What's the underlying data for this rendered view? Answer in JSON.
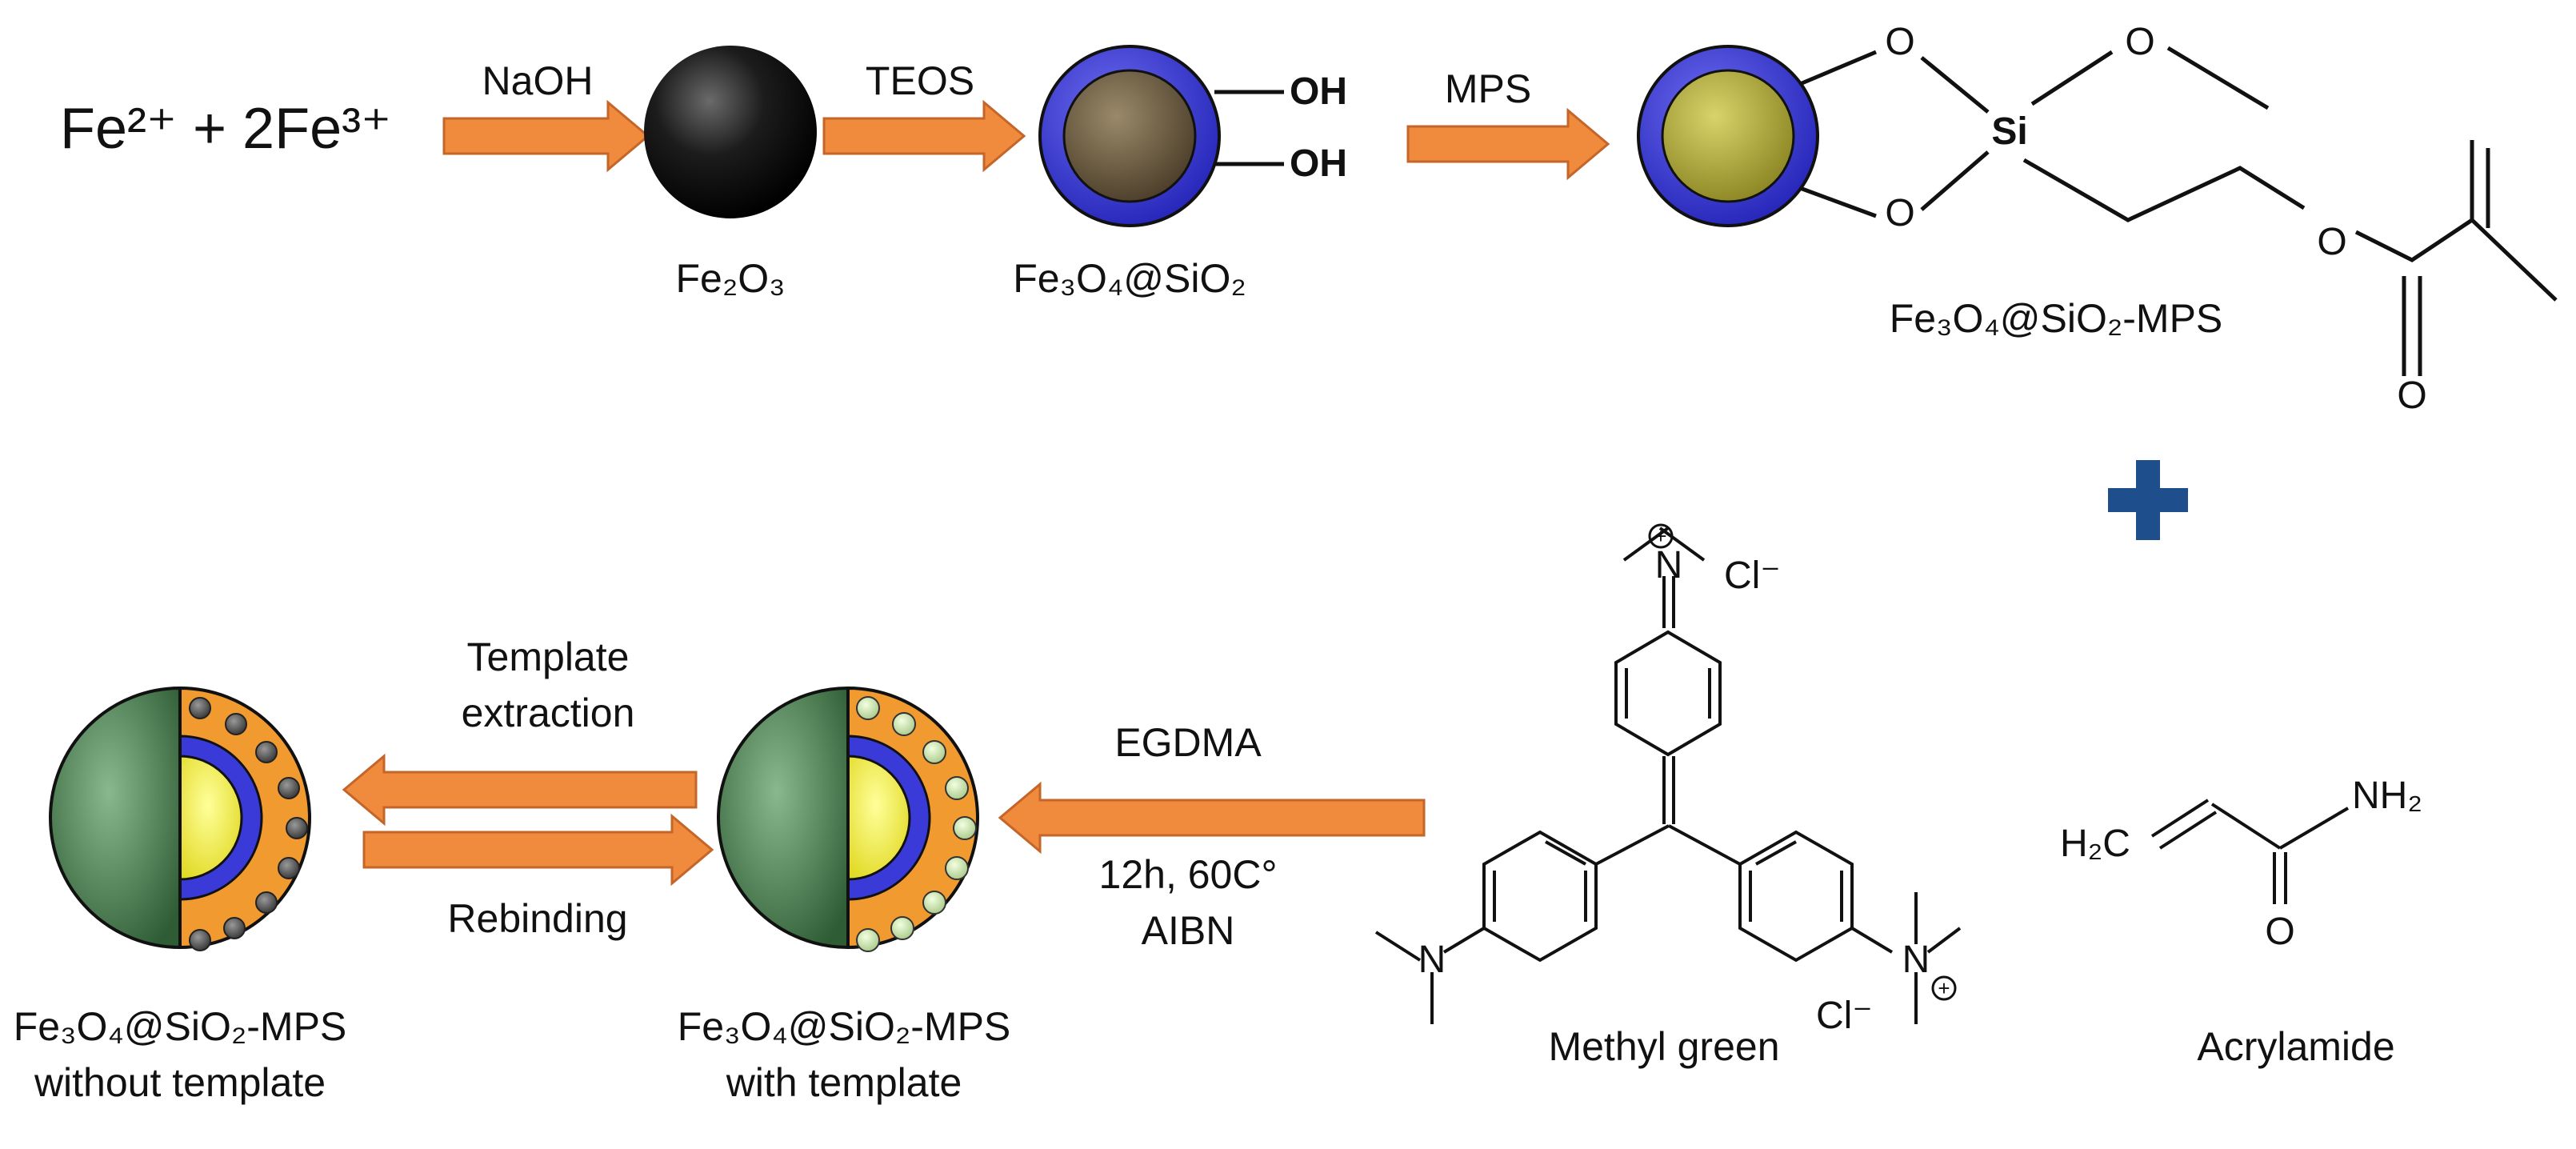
{
  "reactants": {
    "text": "Fe²⁺ + 2Fe³⁺"
  },
  "arrows": {
    "naoh": "NaOH",
    "teos": "TEOS",
    "mps": "MPS",
    "egdma": "EGDMA",
    "conditions_line1": "12h, 60C°",
    "conditions_line2": "AIBN",
    "extraction_line1": "Template",
    "extraction_line2": "extraction",
    "rebinding": "Rebinding"
  },
  "particles": {
    "fe2o3": "Fe₂O₃",
    "fe3o4_sio2": "Fe₃O₄@SiO₂",
    "fe3o4_sio2_mps": "Fe₃O₄@SiO₂-MPS",
    "with_template_line1": "Fe₃O₄@SiO₂-MPS",
    "with_template_line2": "with template",
    "without_template_line1": "Fe₃O₄@SiO₂-MPS",
    "without_template_line2": "without template"
  },
  "groups": {
    "oh": "OH"
  },
  "atoms": {
    "o": "O",
    "si": "Si",
    "n": "N",
    "cl": "Cl⁻",
    "plus": "+",
    "h2c": "H₂C",
    "nh2": "NH₂"
  },
  "molecules": {
    "methyl_green": "Methyl green",
    "acrylamide": "Acrylamide"
  },
  "colors": {
    "arrow_fill": "#f08a3c",
    "arrow_edge": "#c4652a",
    "silica_shell": "#3a3ad8",
    "core_brown": "#6e5c40",
    "core_olive": "#b5b238",
    "core_yellow": "#f2f24a",
    "polymer_green": "#3e7a45",
    "polymer_orange": "#f09a30",
    "plus_sign": "#1f4e8c"
  }
}
